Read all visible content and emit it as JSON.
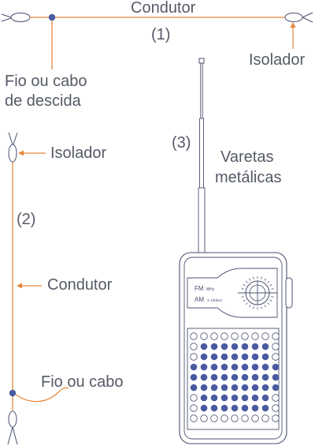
{
  "labels": {
    "condutor_top": "Condutor",
    "number_1": "(1)",
    "isolador_top": "Isolador",
    "fio_descida_line1": "Fio ou cabo",
    "fio_descida_line2": "de descida",
    "isolador_left": "Isolador",
    "number_2": "(2)",
    "condutor_left": "Condutor",
    "fio_ou_cabo": "Fio ou cabo",
    "number_3": "(3)",
    "varetas_line1": "Varetas",
    "varetas_line2": "metálicas"
  },
  "radio_dial": {
    "fm_label": "FM",
    "fm_unit": "MHz",
    "am_label": "AM",
    "am_unit": "X 100kHz"
  },
  "speaker_grid": {
    "rows": 9,
    "cols": 9,
    "filled": [
      [
        0,
        0,
        0,
        0,
        0,
        0,
        0,
        0,
        0
      ],
      [
        0,
        1,
        1,
        1,
        1,
        1,
        1,
        1,
        0
      ],
      [
        0,
        1,
        1,
        1,
        1,
        1,
        1,
        1,
        0
      ],
      [
        1,
        1,
        1,
        1,
        1,
        1,
        1,
        1,
        1
      ],
      [
        1,
        1,
        1,
        1,
        1,
        1,
        1,
        1,
        1
      ],
      [
        1,
        1,
        1,
        1,
        1,
        1,
        1,
        1,
        1
      ],
      [
        0,
        1,
        1,
        1,
        1,
        1,
        1,
        1,
        0
      ],
      [
        0,
        1,
        1,
        1,
        1,
        1,
        1,
        1,
        0
      ],
      [
        0,
        0,
        0,
        0,
        0,
        0,
        0,
        0,
        0
      ]
    ]
  },
  "colors": {
    "wire": "#e8853a",
    "text": "#555a66",
    "outline": "#4a5070",
    "dot": "#4a5aa0",
    "insulator_fill": "#ffffff"
  }
}
